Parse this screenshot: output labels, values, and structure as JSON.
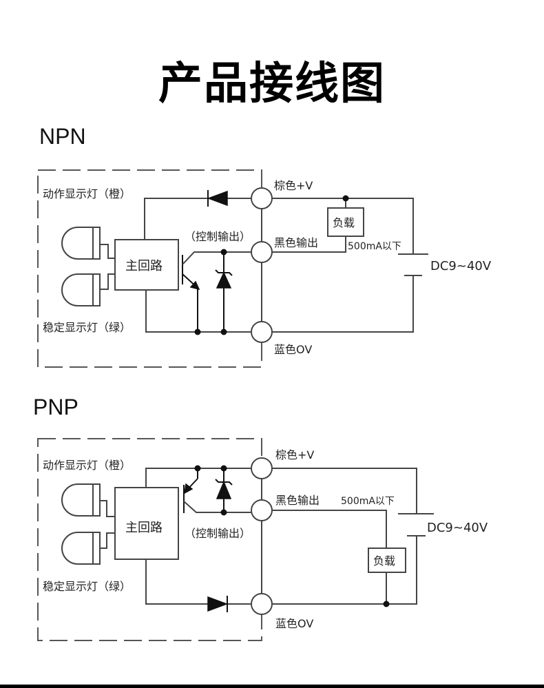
{
  "title": "产品接线图",
  "diagrams": {
    "npn": {
      "heading": "NPN",
      "action_led": "动作显示灯（橙）",
      "stable_led": "稳定显示灯（绿）",
      "main_circuit": "主回路",
      "control_output": "（控制输出）",
      "brown_wire": "棕色+V",
      "black_wire": "黑色输出",
      "blue_wire": "蓝色OV",
      "load": "负载",
      "load_current": "500mA以下",
      "supply": "DC9~40V"
    },
    "pnp": {
      "heading": "PNP",
      "action_led": "动作显示灯（橙）",
      "stable_led": "稳定显示灯（绿）",
      "main_circuit": "主回路",
      "control_output": "（控制输出）",
      "brown_wire": "棕色+V",
      "black_wire": "黑色输出",
      "blue_wire": "蓝色OV",
      "load": "负载",
      "load_current": "500mA以下",
      "supply": "DC9~40V"
    }
  }
}
